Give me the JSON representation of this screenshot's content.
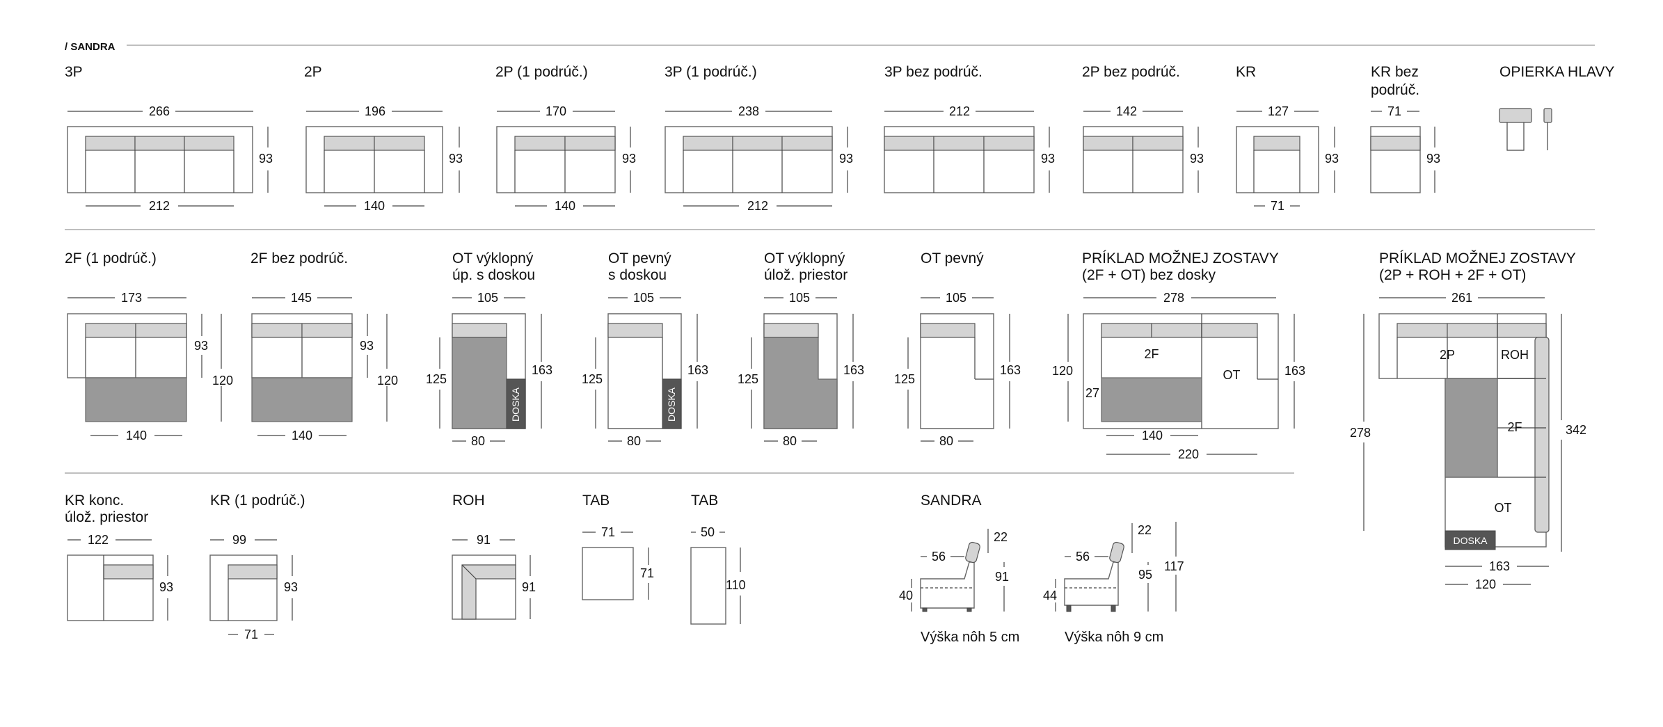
{
  "brand": "/ SANDRA",
  "modules": {
    "m3p": {
      "label": "3P",
      "top": "266",
      "bottom": "212",
      "side": "93"
    },
    "m2p": {
      "label": "2P",
      "top": "196",
      "bottom": "140",
      "side": "93"
    },
    "m2p1": {
      "label": "2P (1 podrúč.)",
      "top": "170",
      "bottom": "140",
      "side": "93"
    },
    "m3p1": {
      "label": "3P (1 podrúč.)",
      "top": "238",
      "bottom": "212",
      "side": "93"
    },
    "m3pb": {
      "label": "3P bez podrúč.",
      "top": "212",
      "side": "93"
    },
    "m2pb": {
      "label": "2P bez podrúč.",
      "top": "142",
      "side": "93"
    },
    "mkr": {
      "label": "KR",
      "top": "127",
      "bottom": "71",
      "side": "93"
    },
    "mkrb": {
      "label": "KR bez podrúč.",
      "top": "71",
      "side": "93"
    },
    "mhead": {
      "label": "OPIERKA HLAVY"
    },
    "m2f1": {
      "label": "2F (1 podrúč.)",
      "top": "173",
      "bottom": "140",
      "side1": "93",
      "side2": "120"
    },
    "m2fb": {
      "label": "2F bez podrúč.",
      "top": "145",
      "bottom": "140",
      "side1": "93",
      "side2": "120"
    },
    "mot1": {
      "label": "OT výklopný úp. s doskou",
      "top": "105",
      "bottom": "80",
      "left": "125",
      "right": "163",
      "board": "DOSKA"
    },
    "mot2": {
      "label": "OT pevný s doskou",
      "top": "105",
      "bottom": "80",
      "left": "125",
      "right": "163",
      "board": "DOSKA"
    },
    "mot3": {
      "label": "OT výklopný úlož. priestor",
      "top": "105",
      "bottom": "80",
      "left": "125",
      "right": "163"
    },
    "mot4": {
      "label": "OT pevný",
      "top": "105",
      "bottom": "80",
      "left": "125",
      "right": "163"
    },
    "ex1": {
      "label": "PRÍKLAD MOŽNEJ ZOSTAVY (2F + OT) bez dosky",
      "top": "278",
      "left": "120",
      "inner": "27",
      "right": "163",
      "b1": "140",
      "b2": "220",
      "t2f": "2F",
      "tot": "OT"
    },
    "ex2": {
      "label": "PRÍKLAD MOŽNEJ ZOSTAVY (2P + ROH + 2F + OT)",
      "top": "261",
      "left": "278",
      "right": "342",
      "b1": "163",
      "b2": "120",
      "t2p": "2P",
      "troh": "ROH",
      "t2f": "2F",
      "tot": "OT",
      "board": "DOSKA"
    },
    "mkrk": {
      "label": "KR konc. úlož. priestor",
      "top": "122",
      "side": "93"
    },
    "mkr1": {
      "label": "KR (1 podrúč.)",
      "top": "99",
      "bottom": "71",
      "side": "93"
    },
    "mroh": {
      "label": "ROH",
      "top": "91",
      "side": "91"
    },
    "mtab1": {
      "label": "TAB",
      "top": "71",
      "side": "71"
    },
    "mtab2": {
      "label": "TAB",
      "top": "50",
      "side": "110"
    },
    "side": {
      "label": "SANDRA",
      "d1": "56",
      "h1": "22",
      "v1": "91",
      "l1": "40",
      "c1": "Výška nôh 5 cm",
      "d2": "56",
      "h2": "22",
      "v2": "95",
      "l2": "44",
      "v3": "117",
      "c2": "Výška nôh 9 cm"
    }
  }
}
